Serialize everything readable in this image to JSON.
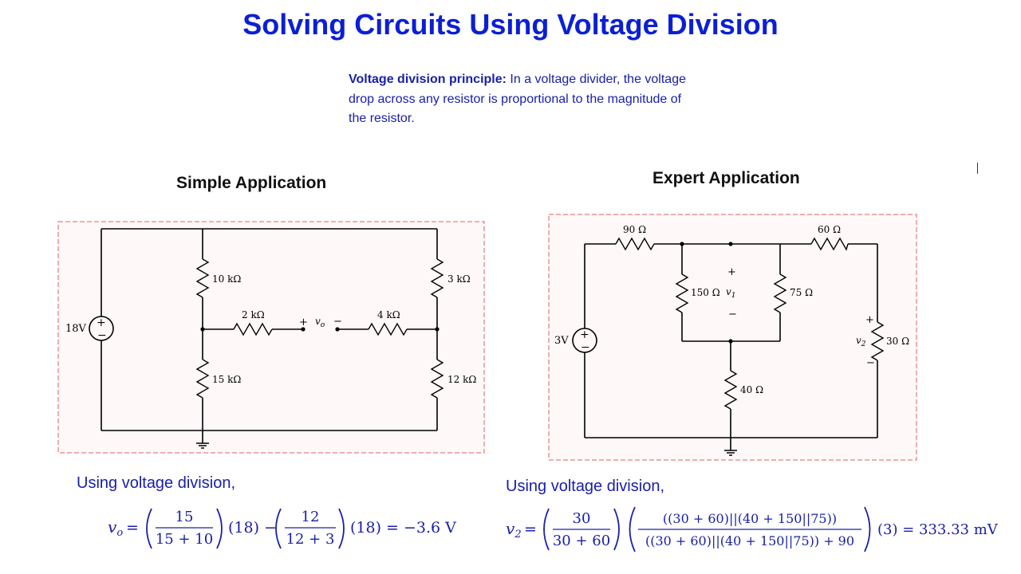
{
  "title": "Solving Circuits Using Voltage Division",
  "principle": {
    "label": "Voltage division principle:",
    "text": "In a voltage divider, the voltage drop across any resistor is proportional to the magnitude of the resistor."
  },
  "simple": {
    "heading": "Simple Application",
    "source": "18V",
    "r_top_left": "10 kΩ",
    "r_bottom_left": "15 kΩ",
    "r_mid_left": "2 kΩ",
    "r_mid_right": "4 kΩ",
    "r_top_right": "3 kΩ",
    "r_bottom_right": "12 kΩ",
    "vo_plus": "+",
    "vo_label": "v",
    "vo_sub": "o",
    "vo_minus": "−",
    "using": "Using voltage division,",
    "eq": {
      "lhs_var": "v",
      "lhs_sub": "o",
      "eq_sign": "=",
      "n1": "15",
      "d1": "15 + 10",
      "m1": "(18) −",
      "n2": "12",
      "d2": "12 + 3",
      "m2": "(18) = −3.6 V"
    }
  },
  "expert": {
    "heading": "Expert Application",
    "source": "3V",
    "r90": "90 Ω",
    "r60": "60 Ω",
    "r150": "150 Ω",
    "r75": "75 Ω",
    "r40": "40 Ω",
    "r30": "30 Ω",
    "v1_plus": "+",
    "v1_label": "v",
    "v1_sub": "1",
    "v1_minus": "−",
    "v2_plus": "+",
    "v2_label": "v",
    "v2_sub": "2",
    "v2_minus": "−",
    "using": "Using voltage division,",
    "eq": {
      "lhs_var": "v",
      "lhs_sub": "2",
      "eq_sign": "=",
      "n1": "30",
      "d1": "30 + 60",
      "n2": "((30 + 60)||(40 + 150||75))",
      "d2": "((30 + 60)||(40 + 150||75)) + 90",
      "tail": "(3) = 333.33 mV"
    }
  }
}
